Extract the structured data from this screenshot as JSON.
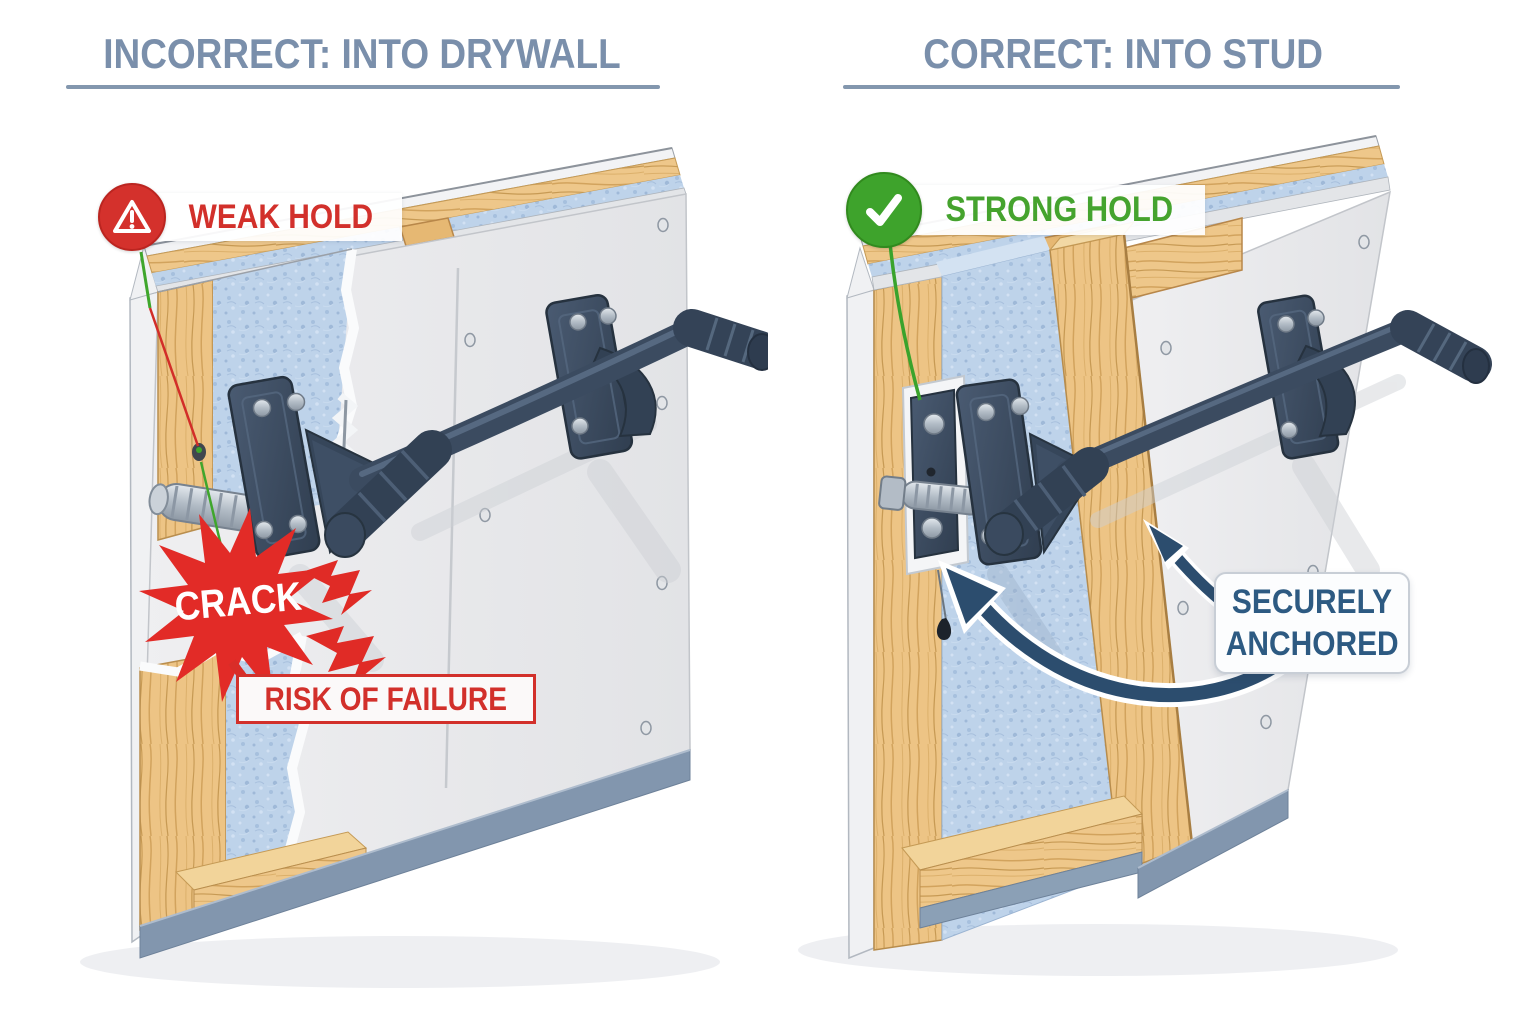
{
  "left": {
    "title": "INCORRECT: INTO DRYWALL",
    "weak_hold_label": "WEAK HOLD",
    "crack_label": "CRACK",
    "risk_label": "RISK OF FAILURE"
  },
  "right": {
    "title": "CORRECT: INTO STUD",
    "strong_hold_label": "STRONG HOLD",
    "anchored_line1": "SECURELY",
    "anchored_line2": "ANCHORED"
  },
  "icons": {
    "weak": "warning-triangle-icon",
    "strong": "check-icon"
  },
  "colors": {
    "title_blue": "#7a8fab",
    "alert_red": "#d4312c",
    "burst_red": "#e22b27",
    "success_green": "#3ea32c",
    "label_navy": "#2d5a82",
    "arrow_navy": "#2c4d6e",
    "bracket_navy": "#3b4b60",
    "wood": "#eec78a",
    "insulation_blue": "#bed3ea",
    "drywall_gray": "#e9e9eb",
    "baseboard_blue": "#8296ae"
  }
}
